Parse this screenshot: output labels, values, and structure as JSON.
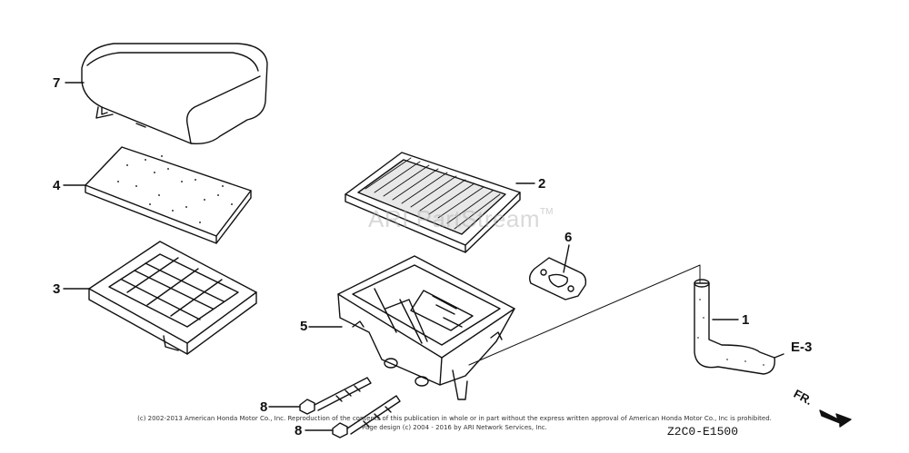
{
  "callouts": {
    "c7": "7",
    "c4": "4",
    "c3": "3",
    "c2": "2",
    "c6": "6",
    "c5": "5",
    "c1": "1",
    "c8a": "8",
    "c8b": "8"
  },
  "reference": "E-3",
  "direction_label": "FR.",
  "watermark": "ARI PartStream",
  "watermark_tm": "TM",
  "copyright_line1": "(c) 2002-2013 American Honda Motor Co., Inc. Reproduction of the contents of this publication in whole or in part without the express written approval of American Honda Motor Co., Inc is prohibited.",
  "copyright_line2": "Page design (c) 2004 - 2016 by ARI Network Services, Inc.",
  "diagram_code": "Z2C0-E1500"
}
